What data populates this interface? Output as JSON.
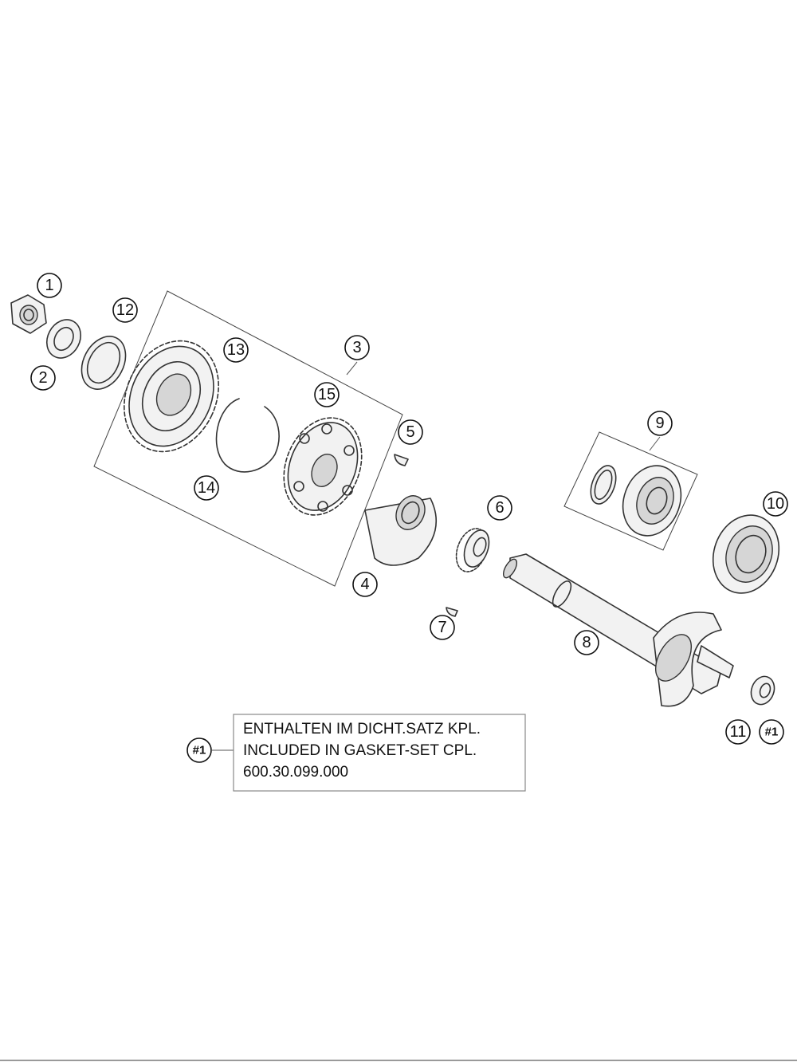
{
  "callouts": [
    {
      "id": "c1",
      "label": "1"
    },
    {
      "id": "c2",
      "label": "2"
    },
    {
      "id": "c3",
      "label": "3"
    },
    {
      "id": "c4",
      "label": "4"
    },
    {
      "id": "c5",
      "label": "5"
    },
    {
      "id": "c6",
      "label": "6"
    },
    {
      "id": "c7",
      "label": "7"
    },
    {
      "id": "c8",
      "label": "8"
    },
    {
      "id": "c9",
      "label": "9"
    },
    {
      "id": "c10",
      "label": "10"
    },
    {
      "id": "c11",
      "label": "11"
    },
    {
      "id": "c12",
      "label": "12"
    },
    {
      "id": "c13",
      "label": "13"
    },
    {
      "id": "c14",
      "label": "14"
    },
    {
      "id": "c15",
      "label": "15"
    },
    {
      "id": "c16",
      "label": "#1"
    },
    {
      "id": "c17",
      "label": "#1"
    }
  ],
  "note": {
    "line1": "ENTHALTEN IM DICHT.SATZ KPL.",
    "line2": "INCLUDED IN GASKET-SET CPL.",
    "line3": "600.30.099.000"
  }
}
